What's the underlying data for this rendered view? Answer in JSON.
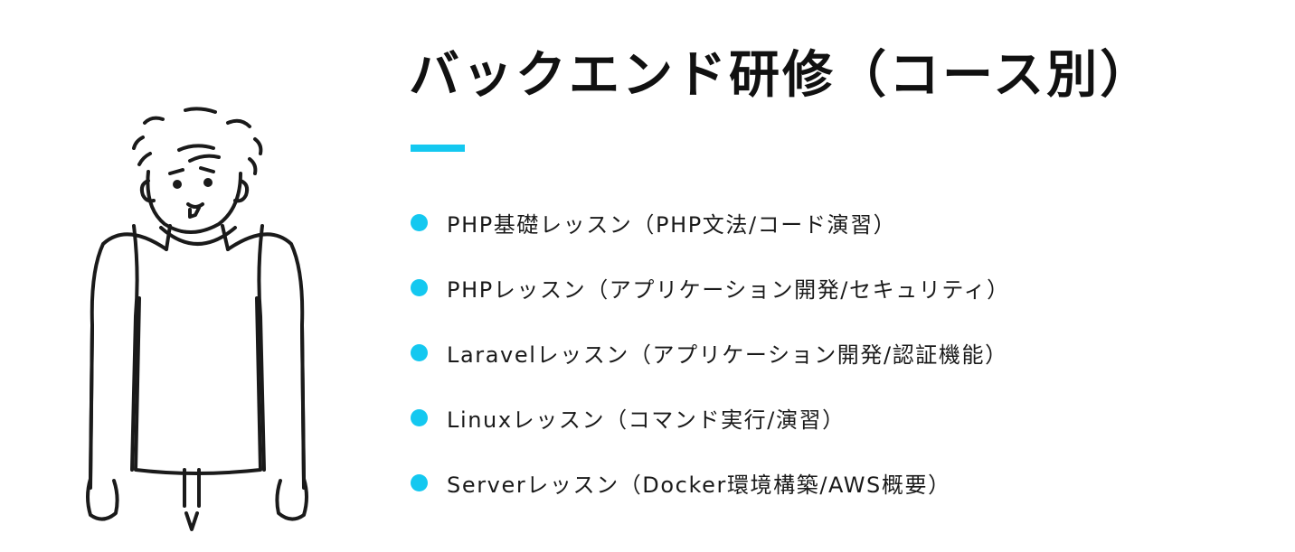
{
  "heading": "バックエンド研修（コース別）",
  "accent_color": "#14c8f0",
  "illustration": {
    "icon": "character-illustration"
  },
  "courses": [
    {
      "label": "PHP基礎レッスン（PHP文法/コード演習）"
    },
    {
      "label": "PHPレッスン（アプリケーション開発/セキュリティ）"
    },
    {
      "label": "Laravelレッスン（アプリケーション開発/認証機能）"
    },
    {
      "label": "Linuxレッスン（コマンド実行/演習）"
    },
    {
      "label": "Serverレッスン（Docker環境構築/AWS概要）"
    }
  ]
}
